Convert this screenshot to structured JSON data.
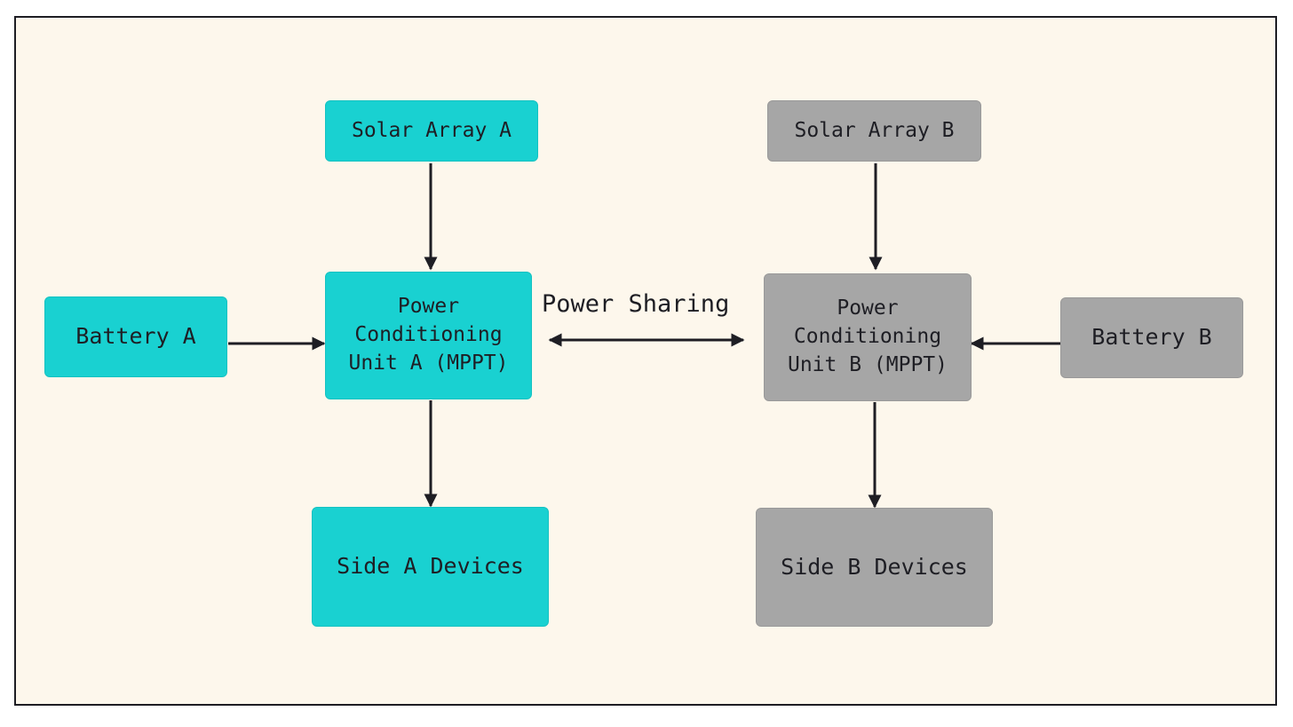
{
  "colors": {
    "side_a": "#19d1d1",
    "side_b": "#a6a6a6",
    "background": "#fdf7ec",
    "stroke": "#1e1e24"
  },
  "nodes": {
    "solar_a": "Solar Array A",
    "pcu_a": "Power\nConditioning\nUnit A (MPPT)",
    "battery_a": "Battery A",
    "devices_a": "Side A Devices",
    "solar_b": "Solar Array B",
    "pcu_b": "Power\nConditioning\nUnit B (MPPT)",
    "battery_b": "Battery B",
    "devices_b": "Side B Devices"
  },
  "edges": {
    "power_sharing_label": "Power Sharing"
  }
}
